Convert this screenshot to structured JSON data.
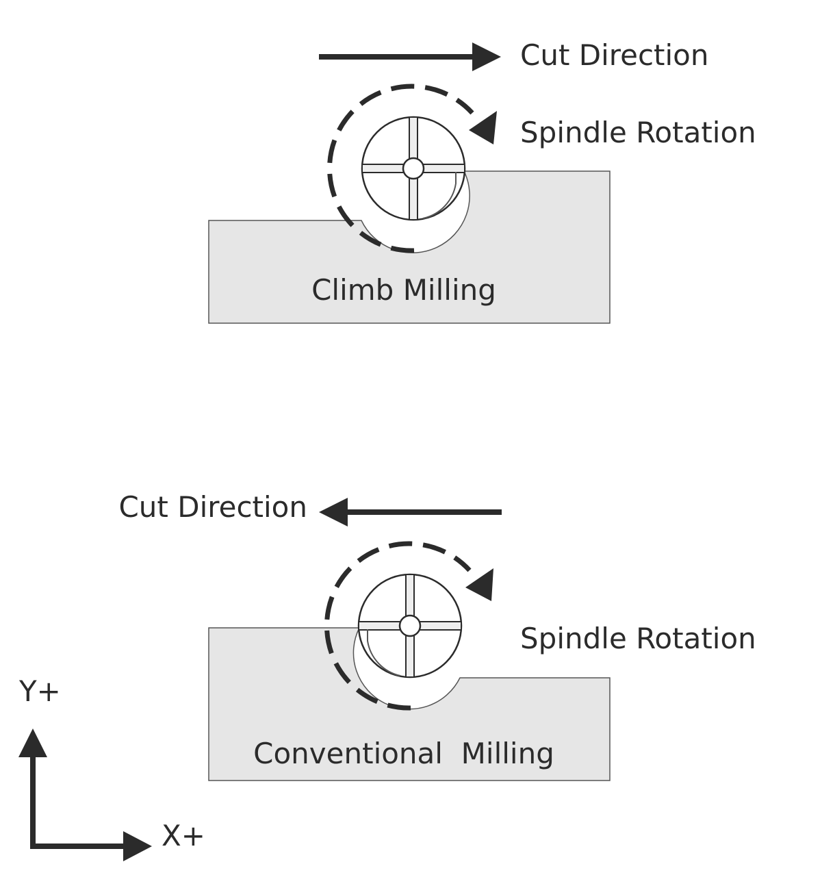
{
  "climb": {
    "cut_direction_label": "Cut Direction",
    "spindle_rotation_label": "Spindle Rotation",
    "title": "Climb Milling"
  },
  "conventional": {
    "cut_direction_label": "Cut Direction",
    "spindle_rotation_label": "Spindle Rotation",
    "title": "Conventional  Milling"
  },
  "axes": {
    "y_label": "Y+",
    "x_label": "X+"
  },
  "colors": {
    "ink": "#2b2b2b",
    "workpiece_fill": "#e6e6e6",
    "workpiece_stroke": "#555555"
  }
}
